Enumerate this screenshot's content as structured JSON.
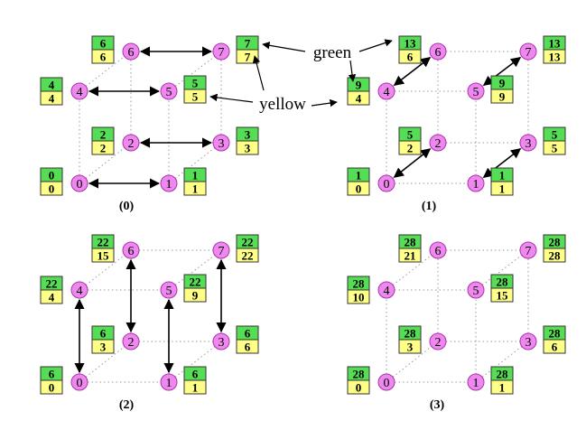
{
  "colors": {
    "node_fill": "#ee88ee",
    "node_stroke": "#aa33aa",
    "box_top": "#55dd55",
    "box_bottom": "#ffff88",
    "box_stroke": "#333333",
    "edge_dotted": "#999999",
    "arrow": "#000000"
  },
  "labels": {
    "green": "green",
    "yellow": "yellow"
  },
  "panels": [
    {
      "caption": "(0)",
      "exchanges": [
        [
          0,
          1
        ],
        [
          2,
          3
        ],
        [
          4,
          5
        ],
        [
          6,
          7
        ]
      ],
      "nodes": [
        {
          "id": "0",
          "top": "0",
          "bottom": "0"
        },
        {
          "id": "1",
          "top": "1",
          "bottom": "1"
        },
        {
          "id": "2",
          "top": "2",
          "bottom": "2"
        },
        {
          "id": "3",
          "top": "3",
          "bottom": "3"
        },
        {
          "id": "4",
          "top": "4",
          "bottom": "4"
        },
        {
          "id": "5",
          "top": "5",
          "bottom": "5"
        },
        {
          "id": "6",
          "top": "6",
          "bottom": "6"
        },
        {
          "id": "7",
          "top": "7",
          "bottom": "7"
        }
      ]
    },
    {
      "caption": "(1)",
      "exchanges": [
        [
          0,
          2
        ],
        [
          1,
          3
        ],
        [
          4,
          6
        ],
        [
          5,
          7
        ]
      ],
      "nodes": [
        {
          "id": "0",
          "top": "1",
          "bottom": "0"
        },
        {
          "id": "1",
          "top": "1",
          "bottom": "1"
        },
        {
          "id": "2",
          "top": "5",
          "bottom": "2"
        },
        {
          "id": "3",
          "top": "5",
          "bottom": "5"
        },
        {
          "id": "4",
          "top": "9",
          "bottom": "4"
        },
        {
          "id": "5",
          "top": "9",
          "bottom": "9"
        },
        {
          "id": "6",
          "top": "13",
          "bottom": "6"
        },
        {
          "id": "7",
          "top": "13",
          "bottom": "13"
        }
      ]
    },
    {
      "caption": "(2)",
      "exchanges": [
        [
          0,
          4
        ],
        [
          1,
          5
        ],
        [
          2,
          6
        ],
        [
          3,
          7
        ]
      ],
      "nodes": [
        {
          "id": "0",
          "top": "6",
          "bottom": "0"
        },
        {
          "id": "1",
          "top": "6",
          "bottom": "1"
        },
        {
          "id": "2",
          "top": "6",
          "bottom": "3"
        },
        {
          "id": "3",
          "top": "6",
          "bottom": "6"
        },
        {
          "id": "4",
          "top": "22",
          "bottom": "4"
        },
        {
          "id": "5",
          "top": "22",
          "bottom": "9"
        },
        {
          "id": "6",
          "top": "22",
          "bottom": "15"
        },
        {
          "id": "7",
          "top": "22",
          "bottom": "22"
        }
      ]
    },
    {
      "caption": "(3)",
      "exchanges": [],
      "nodes": [
        {
          "id": "0",
          "top": "28",
          "bottom": "0"
        },
        {
          "id": "1",
          "top": "28",
          "bottom": "1"
        },
        {
          "id": "2",
          "top": "28",
          "bottom": "3"
        },
        {
          "id": "3",
          "top": "28",
          "bottom": "6"
        },
        {
          "id": "4",
          "top": "28",
          "bottom": "10"
        },
        {
          "id": "5",
          "top": "28",
          "bottom": "15"
        },
        {
          "id": "6",
          "top": "28",
          "bottom": "21"
        },
        {
          "id": "7",
          "top": "28",
          "bottom": "28"
        }
      ]
    }
  ]
}
